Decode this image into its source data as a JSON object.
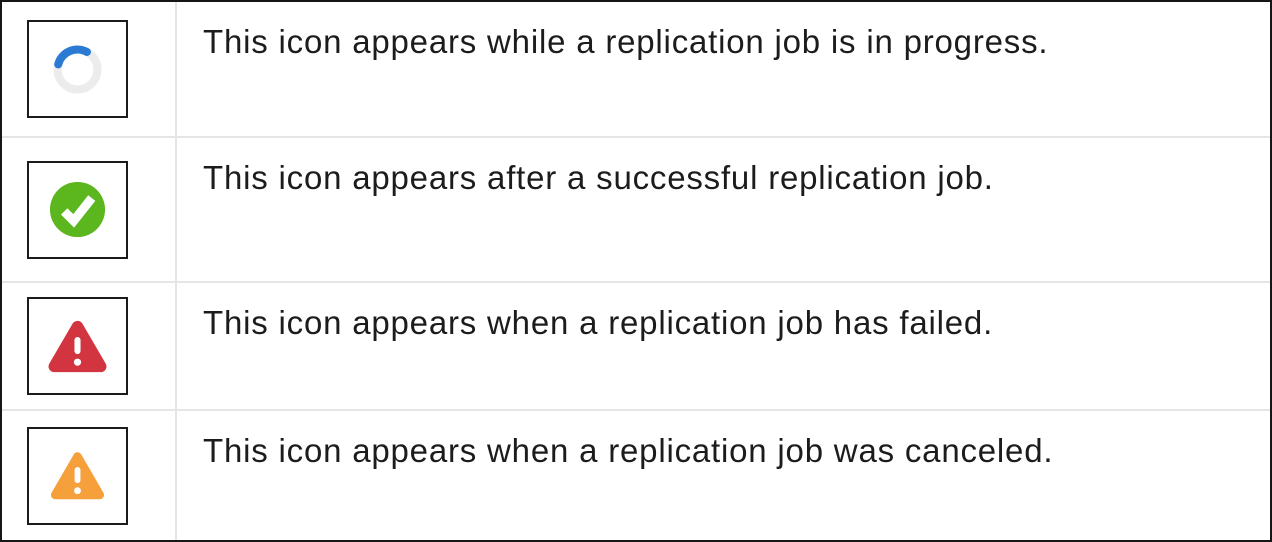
{
  "table": {
    "rows": [
      {
        "icon": "replication-in-progress-spinner-icon",
        "text": "This icon appears while a replication job is in progress."
      },
      {
        "icon": "replication-success-check-icon",
        "text": "This icon appears after a successful replication job."
      },
      {
        "icon": "replication-failed-warning-icon",
        "text": "This icon appears when a replication job has failed."
      },
      {
        "icon": "replication-canceled-warning-icon",
        "text": "This icon appears when a replication job was canceled."
      }
    ]
  },
  "colors": {
    "spinner_blue": "#2b7ad4",
    "spinner_track": "#ececec",
    "success_green": "#5cb61e",
    "failed_red": "#d23440",
    "canceled_orange": "#f6a03c",
    "glyph_white": "#ffffff"
  }
}
